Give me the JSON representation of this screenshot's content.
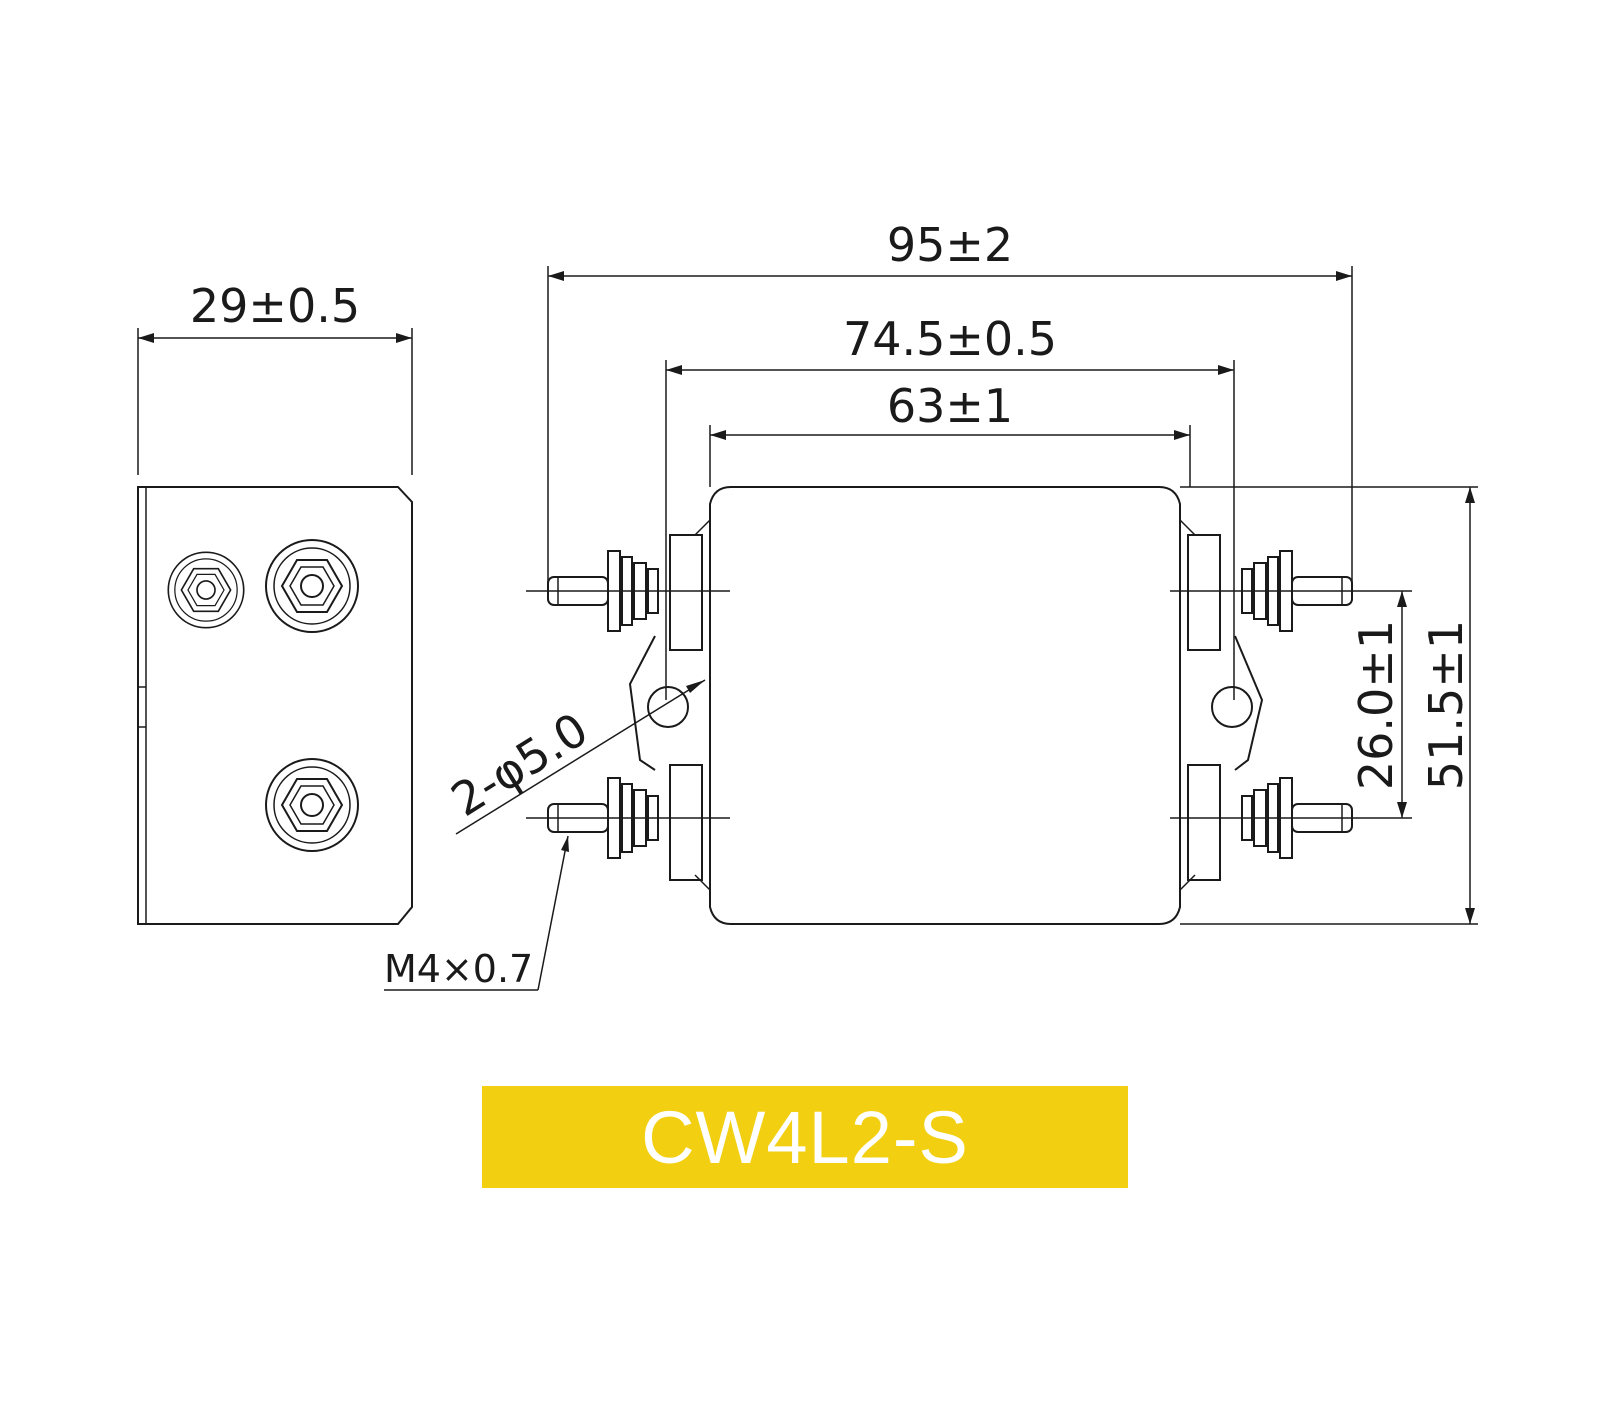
{
  "drawing": {
    "dimensions": {
      "side_width": "29±0.5",
      "overall_length": "95±2",
      "mount_hole_spacing": "74.5±0.5",
      "body_length": "63±1",
      "terminal_spacing": "26.0±1",
      "body_height": "51.5±1",
      "mount_holes": "2-φ5.0",
      "thread": "M4×0.7"
    },
    "model": "CW4L2-S",
    "colors": {
      "line": "#1a1a1a",
      "banner": "#f2cf10",
      "banner_text": "#ffffff",
      "background": "#ffffff"
    }
  }
}
